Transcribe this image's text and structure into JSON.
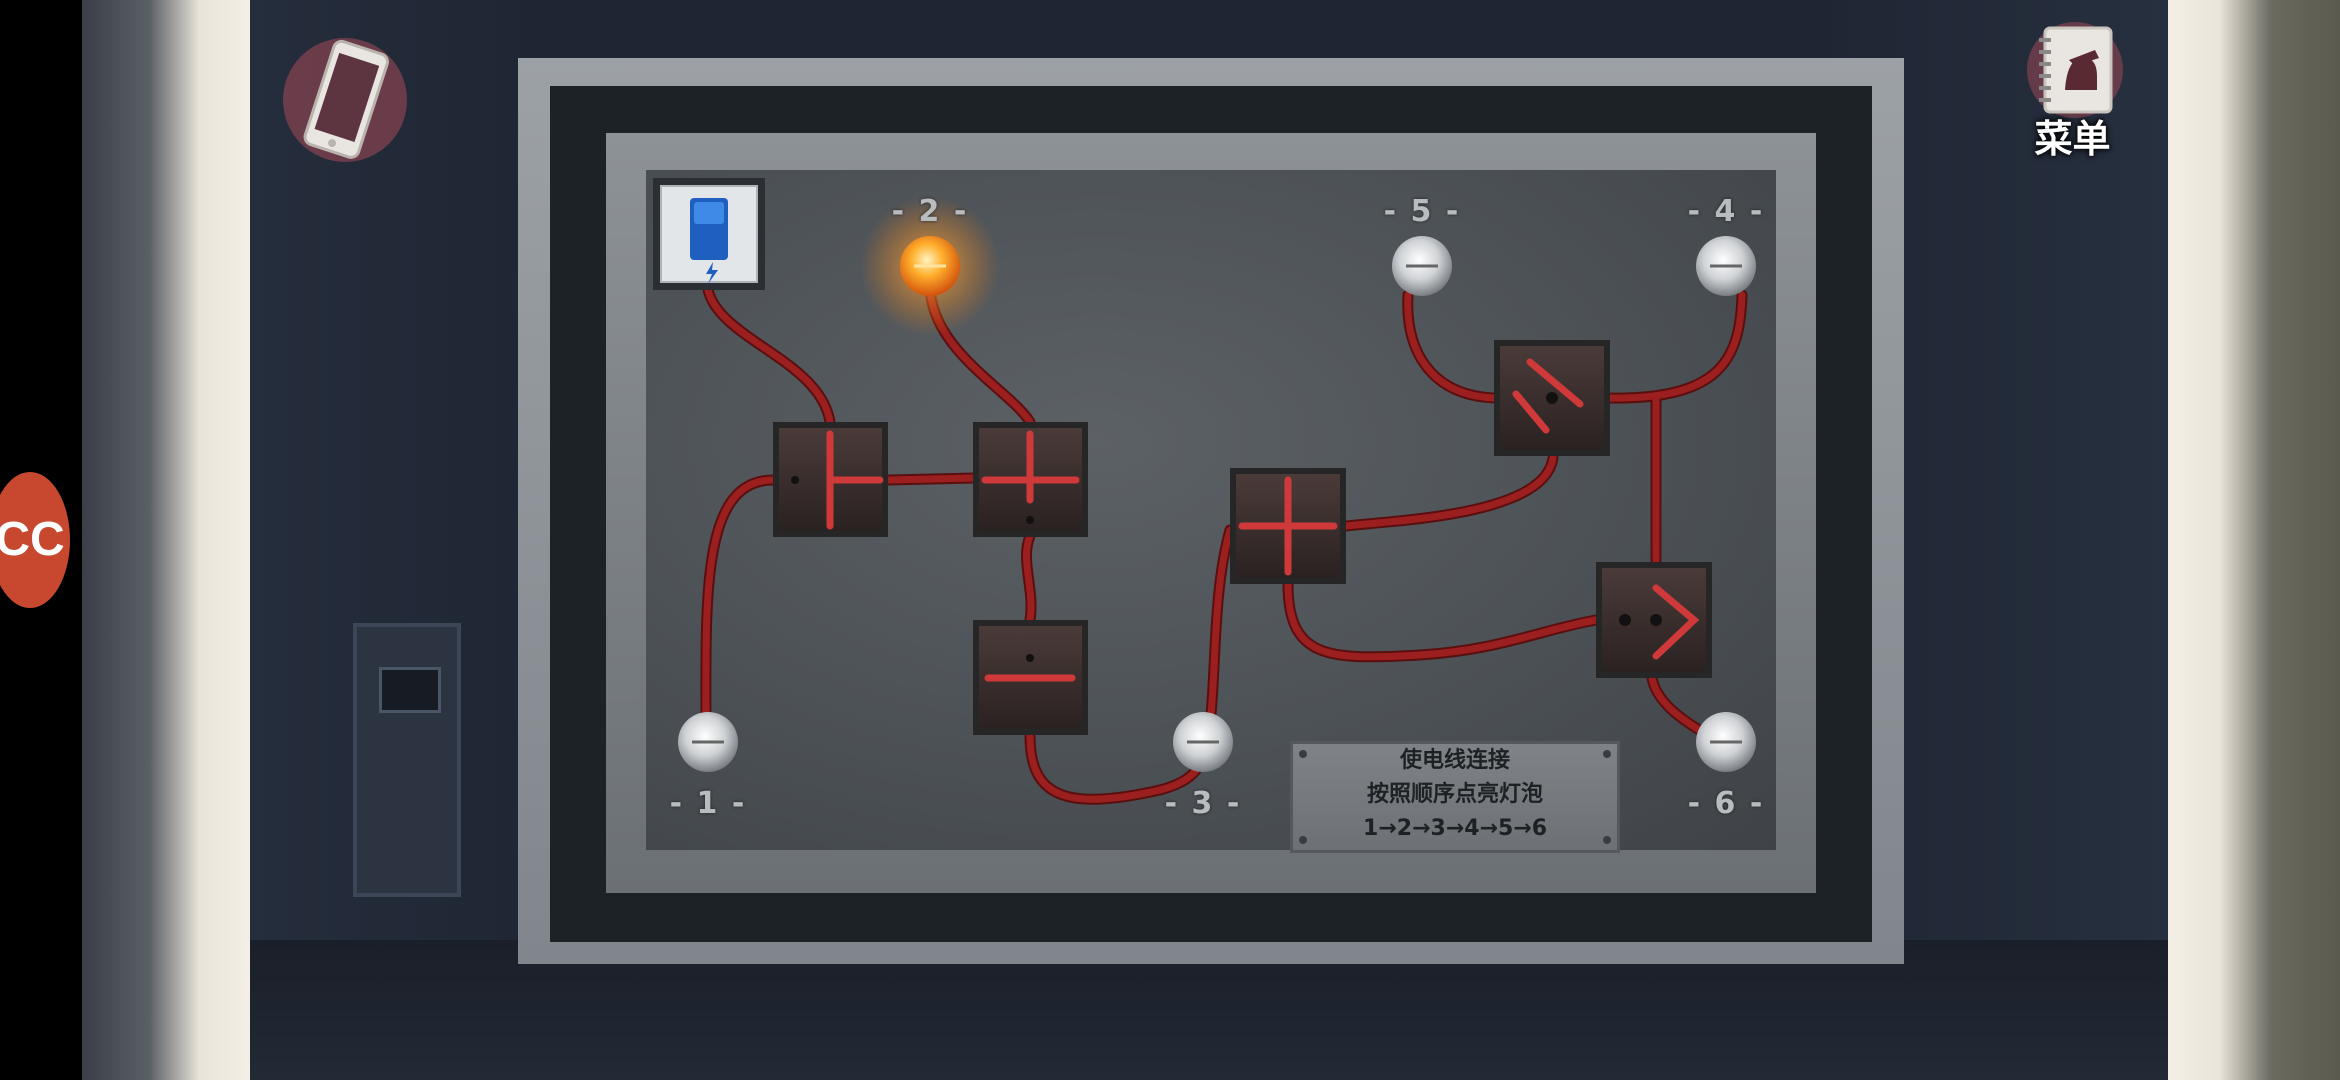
{
  "controls": {
    "cc_label": "CC",
    "menu_label": "菜单"
  },
  "bulb_labels": [
    "- 1 -",
    "- 2 -",
    "- 3 -",
    "- 4 -",
    "- 5 -",
    "- 6 -"
  ],
  "bulb_state": {
    "1": "off",
    "2": "lit",
    "3": "off",
    "4": "off",
    "5": "off",
    "6": "off"
  },
  "instructions": {
    "line1": "使电线连接",
    "line2": "按照顺序点亮灯泡",
    "line3": "1→2→3→4→5→6"
  },
  "colors": {
    "wire": "#8c1a1a",
    "wire_highlight": "#d4393a",
    "bulb_lit": "#ff8a1c",
    "switch_blue": "#2a6fd0"
  }
}
